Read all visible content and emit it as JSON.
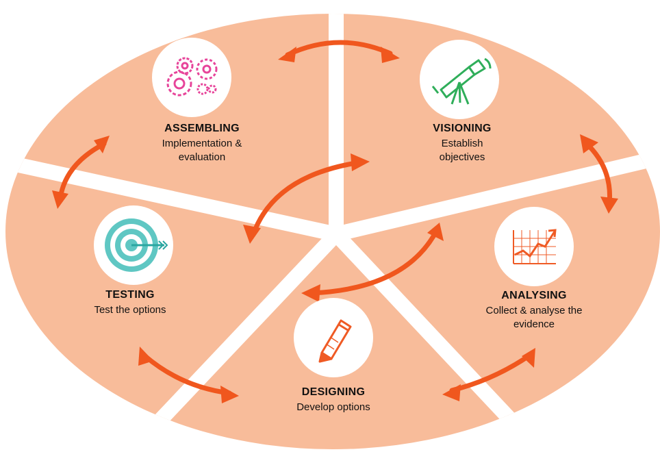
{
  "colors": {
    "segment_fill": "#f8bc9a",
    "arrow": "#f0571e",
    "icon_circle": "#ffffff",
    "separator": "#ffffff"
  },
  "stages": [
    {
      "key": "assembling",
      "title": "ASSEMBLING",
      "description_lines": [
        "Implementation &",
        "evaluation"
      ],
      "icon": "gears-icon",
      "icon_color": "#e7449a"
    },
    {
      "key": "visioning",
      "title": "VISIONING",
      "description_lines": [
        "Establish",
        "objectives"
      ],
      "icon": "telescope-icon",
      "icon_color": "#2fae5a"
    },
    {
      "key": "analysing",
      "title": "ANALYSING",
      "description_lines": [
        "Collect & analyse the",
        "evidence"
      ],
      "icon": "line-chart-icon",
      "icon_color": "#ef5a24"
    },
    {
      "key": "designing",
      "title": "DESIGNING",
      "description_lines": [
        "Develop options"
      ],
      "icon": "pencil-icon",
      "icon_color": "#ef5a24"
    },
    {
      "key": "testing",
      "title": "TESTING",
      "description_lines": [
        "Test the options"
      ],
      "icon": "target-icon",
      "icon_color": "#5fc7c3"
    }
  ]
}
